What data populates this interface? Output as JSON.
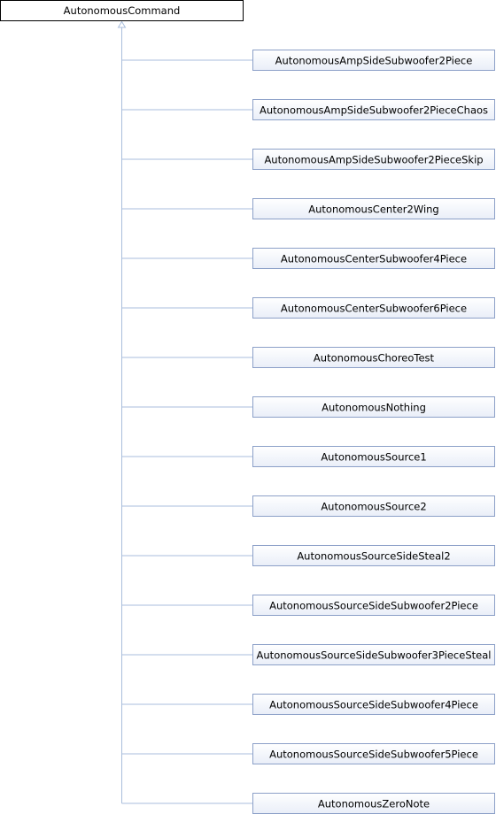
{
  "parent": {
    "label": "AutonomousCommand"
  },
  "children": [
    {
      "label": "AutonomousAmpSideSubwoofer2Piece"
    },
    {
      "label": "AutonomousAmpSideSubwoofer2PieceChaos"
    },
    {
      "label": "AutonomousAmpSideSubwoofer2PieceSkip"
    },
    {
      "label": "AutonomousCenter2Wing"
    },
    {
      "label": "AutonomousCenterSubwoofer4Piece"
    },
    {
      "label": "AutonomousCenterSubwoofer6Piece"
    },
    {
      "label": "AutonomousChoreoTest"
    },
    {
      "label": "AutonomousNothing"
    },
    {
      "label": "AutonomousSource1"
    },
    {
      "label": "AutonomousSource2"
    },
    {
      "label": "AutonomousSourceSideSteal2"
    },
    {
      "label": "AutonomousSourceSideSubwoofer2Piece"
    },
    {
      "label": "AutonomousSourceSideSubwoofer3PieceSteal"
    },
    {
      "label": "AutonomousSourceSideSubwoofer4Piece"
    },
    {
      "label": "AutonomousSourceSideSubwoofer5Piece"
    },
    {
      "label": "AutonomousZeroNote"
    }
  ],
  "colors": {
    "parent_fill": "#ffffff",
    "parent_border": "#000000",
    "child_fill_top": "#ffffff",
    "child_fill_bottom": "#e9eef8",
    "child_border": "#8ca0c8",
    "connector": "#a9bedc"
  }
}
